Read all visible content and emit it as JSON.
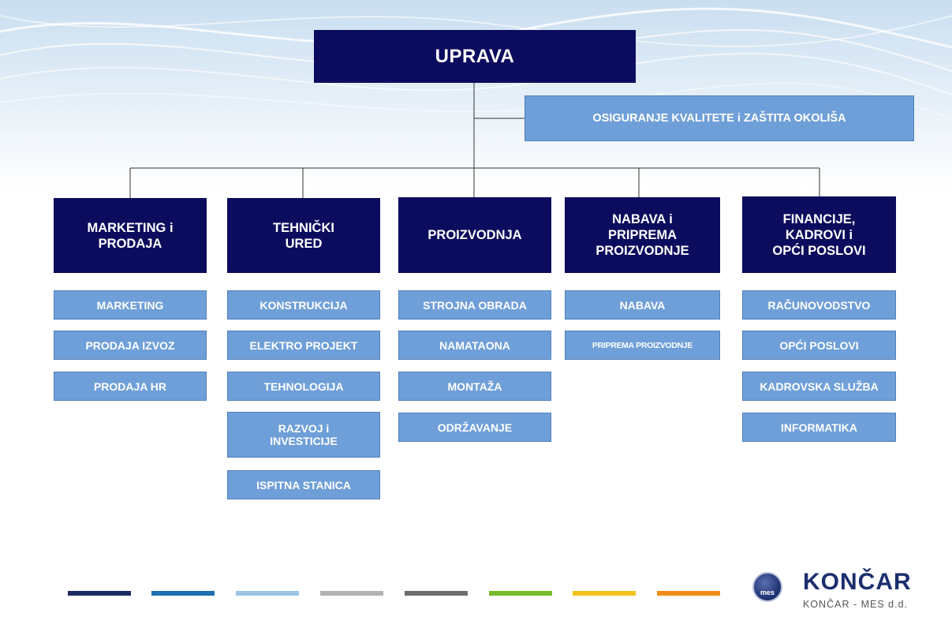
{
  "org": {
    "root": "UPRAVA",
    "quality": "OSIGURANJE KVALITETE i ZAŠTITA OKOLIŠA",
    "departments": [
      {
        "title": "MARKETING i\nPRODAJA",
        "units": [
          "MARKETING",
          "PRODAJA IZVOZ",
          "PRODAJA HR"
        ]
      },
      {
        "title": "TEHNIČKI\nURED",
        "units": [
          "KONSTRUKCIJA",
          "ELEKTRO PROJEKT",
          "TEHNOLOGIJA",
          "RAZVOJ i\nINVESTICIJE",
          "ISPITNA STANICA"
        ]
      },
      {
        "title": "PROIZVODNJA",
        "units": [
          "STROJNA OBRADA",
          "NAMATAONA",
          "MONTAŽA",
          "ODRŽAVANJE"
        ]
      },
      {
        "title": "NABAVA i\nPRIPREMA\nPROIZVODNJE",
        "units": [
          "NABAVA",
          "PRIPREMA PROIZVODNJE"
        ]
      },
      {
        "title": "FINANCIJE,\nKADROVI i\nOPĆI POSLOVI",
        "units": [
          "RAČUNOVODSTVO",
          "OPĆI POSLOVI",
          "KADROVSKA SLUŽBA",
          "INFORMATIKA"
        ]
      }
    ]
  },
  "footer": {
    "stripe_colors": [
      "#1c2b63",
      "#1f6fb4",
      "#9cc3e4",
      "#b3b3b3",
      "#6d6d6d",
      "#77bb2a",
      "#f2c31c",
      "#f08c1a"
    ],
    "logo_emblem_text": "mes",
    "logo_brand": "KONČAR",
    "logo_subtitle": "KONČAR - MES d.d."
  },
  "colors": {
    "dark_box": "#0c0c5e",
    "light_box": "#6f9fd8"
  }
}
